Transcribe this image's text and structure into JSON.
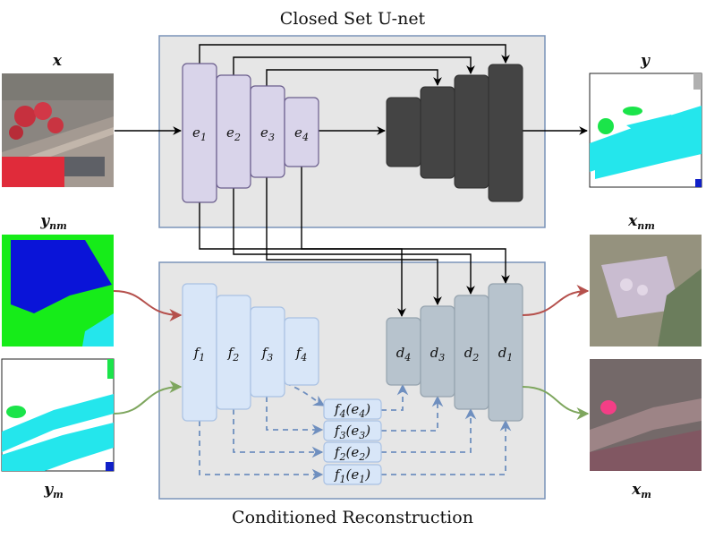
{
  "top_panel": {
    "title": "Closed Set U-net"
  },
  "bottom_panel": {
    "title": "Conditioned Reconstruction"
  },
  "images": {
    "x": "x",
    "y": "y",
    "y_nm": {
      "base": "y",
      "sub": "nm"
    },
    "y_m": {
      "base": "y",
      "sub": "m"
    },
    "x_nm": {
      "base": "x",
      "sub": "nm"
    },
    "x_m": {
      "base": "x",
      "sub": "m"
    }
  },
  "encoder": [
    {
      "base": "e",
      "sub": "1"
    },
    {
      "base": "e",
      "sub": "2"
    },
    {
      "base": "e",
      "sub": "3"
    },
    {
      "base": "e",
      "sub": "4"
    }
  ],
  "cond_encoder": [
    {
      "base": "f",
      "sub": "1"
    },
    {
      "base": "f",
      "sub": "2"
    },
    {
      "base": "f",
      "sub": "3"
    },
    {
      "base": "f",
      "sub": "4"
    }
  ],
  "cond_decoder": [
    {
      "base": "d",
      "sub": "4"
    },
    {
      "base": "d",
      "sub": "3"
    },
    {
      "base": "d",
      "sub": "2"
    },
    {
      "base": "d",
      "sub": "1"
    }
  ],
  "conditioned_features": [
    {
      "f": "f",
      "fsub": "4",
      "e": "e",
      "esub": "4"
    },
    {
      "f": "f",
      "fsub": "3",
      "e": "e",
      "esub": "3"
    },
    {
      "f": "f",
      "fsub": "2",
      "e": "e",
      "esub": "2"
    },
    {
      "f": "f",
      "fsub": "1",
      "e": "e",
      "esub": "1"
    }
  ],
  "colors": {
    "panel_fill": "#e6e6e6",
    "panel_border": "#7a93b8",
    "encoder_fill": "#d9d4ea",
    "encoder_stroke": "#6a5d8c",
    "decoder_fill": "#444444",
    "cond_encoder_fill": "#d8e6f8",
    "cond_encoder_stroke": "#a9c1e3",
    "cond_decoder_fill": "#b7c3cd",
    "cond_decoder_stroke": "#95a3ae",
    "dashed_arrow": "#6f8fbf",
    "red_arrow": "#b5504c",
    "green_arrow": "#7ea65e"
  }
}
